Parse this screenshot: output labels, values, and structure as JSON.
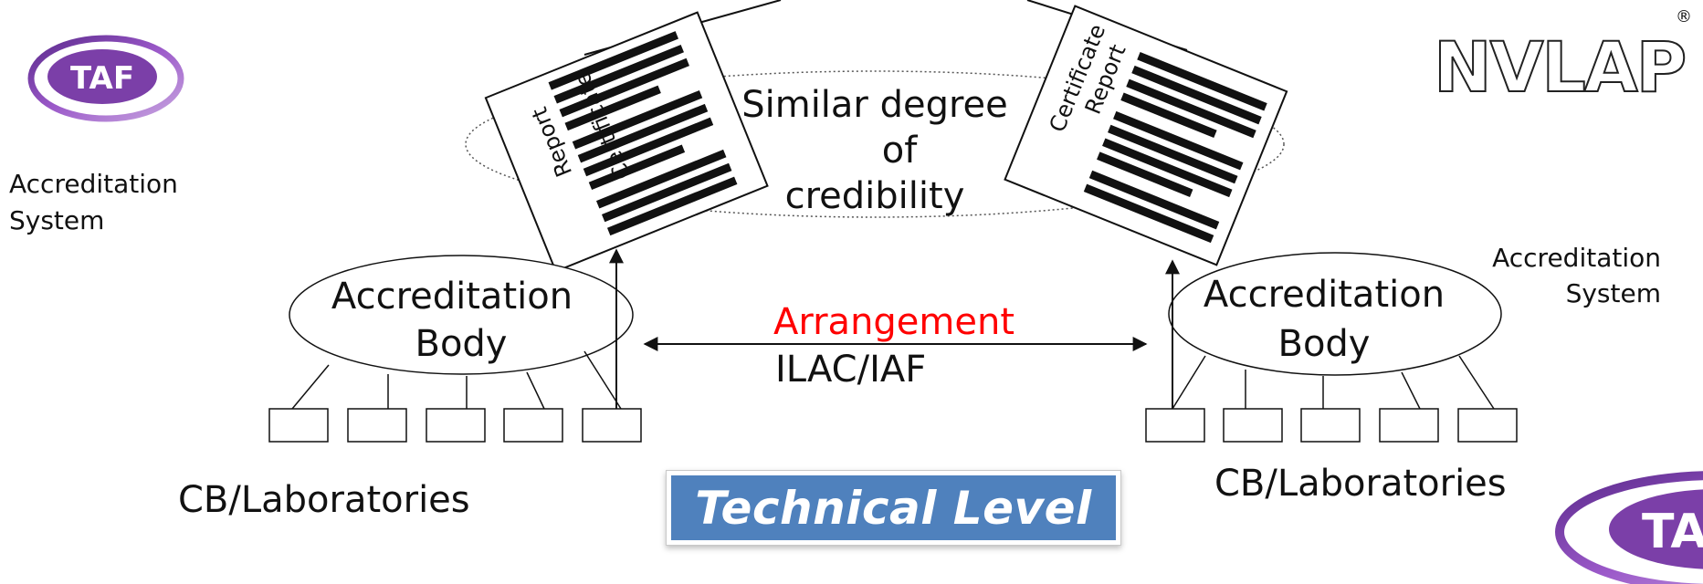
{
  "left": {
    "system_label_line1": "Accreditation",
    "system_label_line2": "System",
    "body_label_line1": "Accreditation",
    "body_label_line2": "Body",
    "labs_label": "CB/Laboratories",
    "logo_text": "TAF",
    "certificate_line1": "Certificate",
    "certificate_line2": "Report"
  },
  "right": {
    "system_label_line1": "Accreditation",
    "system_label_line2": "System",
    "body_label_line1": "Accreditation",
    "body_label_line2": "Body",
    "labs_label": "CB/Laboratories",
    "logo_text": "NVLAP",
    "logo_mark": "®",
    "corner_logo_text": "TA",
    "certificate_line1": "Certificate",
    "certificate_line2": "Report"
  },
  "center": {
    "credibility_line1": "Similar degree",
    "credibility_line2": "of",
    "credibility_line3": "credibility",
    "arrangement": "Arrangement",
    "ilac_iaf": "ILAC/IAF",
    "technical_level": "Technical Level"
  },
  "colors": {
    "arrangement": "#ff0000",
    "banner": "#4f81bd",
    "taf_purple": "#7b3fa8"
  }
}
